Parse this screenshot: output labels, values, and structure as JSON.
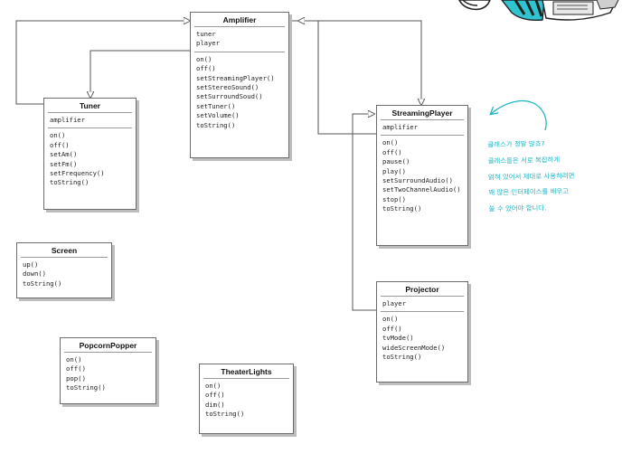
{
  "classes": {
    "amplifier": {
      "name": "Amplifier",
      "attributes": [
        "tuner",
        "player"
      ],
      "methods": [
        "on()",
        "off()",
        "setStreamingPlayer()",
        "setStereoSound()",
        "setSurroundSoud()",
        "setTuner()",
        "setVolume()",
        "toString()"
      ]
    },
    "tuner": {
      "name": "Tuner",
      "attributes": [
        "amplifier"
      ],
      "methods": [
        "on()",
        "off()",
        "setAm()",
        "setFm()",
        "setFrequency()",
        "toString()"
      ]
    },
    "streaming_player": {
      "name": "StreamingPlayer",
      "attributes": [
        "amplifier"
      ],
      "methods": [
        "on()",
        "off()",
        "pause()",
        "play()",
        "setSurroundAudio()",
        "setTwoChannelAudio()",
        "stop()",
        "toString()"
      ]
    },
    "screen": {
      "name": "Screen",
      "attributes": [],
      "methods": [
        "up()",
        "down()",
        "toString()"
      ]
    },
    "projector": {
      "name": "Projector",
      "attributes": [
        "player"
      ],
      "methods": [
        "on()",
        "off()",
        "tvMode()",
        "wideScreenMode()",
        "toString()"
      ]
    },
    "popcorn_popper": {
      "name": "PopcornPopper",
      "attributes": [],
      "methods": [
        "on()",
        "off()",
        "pop()",
        "toString()"
      ]
    },
    "theater_lights": {
      "name": "TheaterLights",
      "attributes": [],
      "methods": [
        "on()",
        "off()",
        "dim()",
        "toString()"
      ]
    }
  },
  "annotation": {
    "lines": [
      "클래스가 정말 많죠?",
      "클래스들은 서로 복잡하게",
      "얽혀 있어서 제대로 사용하려면",
      "꽤 많은 인터페이스를 배우고",
      "쓸 수 있어야 합니다."
    ]
  },
  "colors": {
    "line": "#555555",
    "annotation": "#1fb5c4",
    "box_border": "#6b6b6b",
    "box_shadow": "#bdbdbd"
  }
}
